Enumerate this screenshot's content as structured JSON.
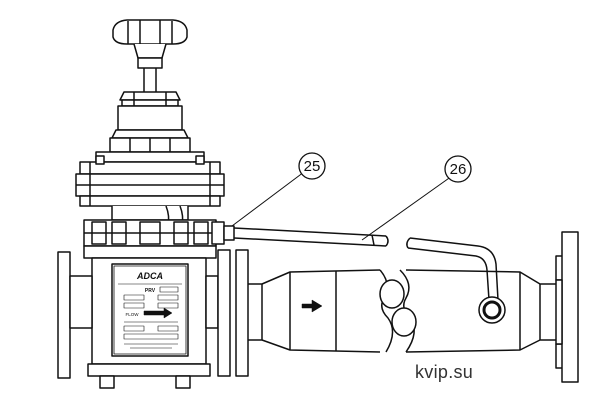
{
  "diagram": {
    "callouts": [
      "25",
      "26"
    ],
    "plate": {
      "brand": "ADCA",
      "type_label": "PRV",
      "flow_label": "FLOW"
    },
    "watermark": "kvip.su"
  },
  "colors": {
    "line": "#111111",
    "background": "#ffffff",
    "fill_light": "#f2f2f2",
    "fill_mid": "#d9d9d9"
  }
}
